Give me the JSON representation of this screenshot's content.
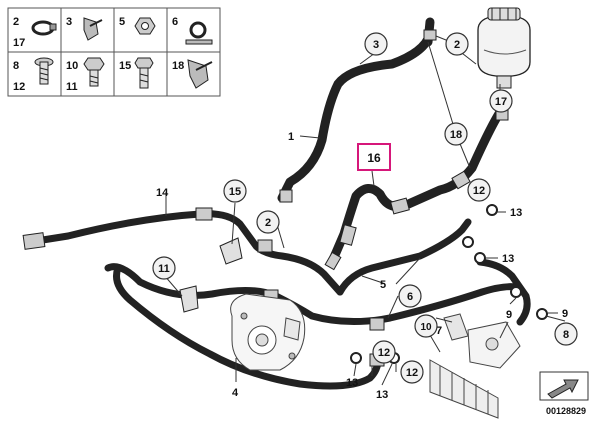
{
  "legend": {
    "cells": [
      {
        "top": "2",
        "bottom": "17",
        "icon": "hose-clamp-icon"
      },
      {
        "top": "3",
        "bottom": "",
        "icon": "clip-icon"
      },
      {
        "top": "5",
        "bottom": "",
        "icon": "nut-icon"
      },
      {
        "top": "6",
        "bottom": "",
        "icon": "bracket-clamp-icon"
      },
      {
        "top": "8",
        "bottom": "12",
        "icon": "hex-bolt-icon"
      },
      {
        "top": "10",
        "bottom": "11",
        "icon": "flange-bolt-icon"
      },
      {
        "top": "15",
        "bottom": "",
        "icon": "stud-bolt-icon"
      },
      {
        "top": "18",
        "bottom": "",
        "icon": "holder-clip-icon"
      }
    ]
  },
  "callouts": {
    "c1": "1",
    "c2a": "2",
    "c2b": "2",
    "c3": "3",
    "c4": "4",
    "c5": "5",
    "c6": "6",
    "c7": "7",
    "c8": "8",
    "c9a": "9",
    "c9b": "9",
    "c10": "10",
    "c11": "11",
    "c12a": "12",
    "c12b": "12",
    "c12c": "12",
    "c13a": "13",
    "c13b": "13",
    "c13c": "13",
    "c13d": "13",
    "c14": "14",
    "c15": "15",
    "c16": "16",
    "c17": "17",
    "c18": "18"
  },
  "highlight": {
    "part": "16",
    "color": "#d6177a"
  },
  "reference_number": "00128829"
}
